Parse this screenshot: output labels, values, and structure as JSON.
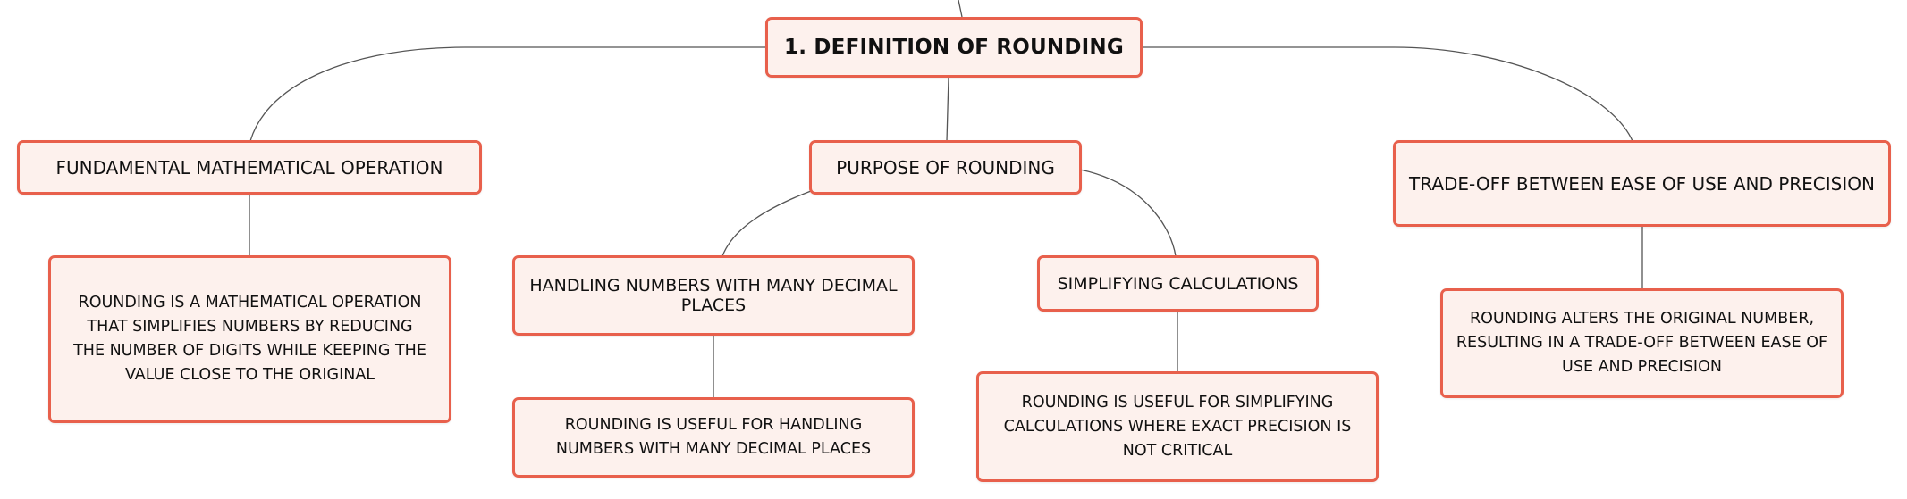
{
  "diagram": {
    "root": {
      "label": "1. DEFINITION OF ROUNDING"
    },
    "branches": {
      "fundamental": {
        "label": "FUNDAMENTAL MATHEMATICAL OPERATION",
        "detail": "ROUNDING IS A MATHEMATICAL OPERATION THAT SIMPLIFIES NUMBERS BY REDUCING THE NUMBER OF DIGITS WHILE KEEPING THE VALUE CLOSE TO THE ORIGINAL"
      },
      "purpose": {
        "label": "PURPOSE OF ROUNDING",
        "children": {
          "decimals": {
            "label": "HANDLING NUMBERS WITH MANY DECIMAL PLACES",
            "detail": "ROUNDING IS USEFUL FOR HANDLING NUMBERS WITH MANY DECIMAL PLACES"
          },
          "simplifying": {
            "label": "SIMPLIFYING CALCULATIONS",
            "detail": "ROUNDING IS USEFUL FOR SIMPLIFYING CALCULATIONS WHERE EXACT PRECISION IS NOT CRITICAL"
          }
        }
      },
      "tradeoff": {
        "label": "TRADE-OFF BETWEEN EASE OF USE AND PRECISION",
        "detail": "ROUNDING ALTERS THE ORIGINAL NUMBER, RESULTING IN A TRADE-OFF BETWEEN EASE OF USE AND PRECISION"
      }
    }
  },
  "colors": {
    "node_border": "#e8604c",
    "node_fill": "#fdf1ed",
    "connector": "#555555",
    "text": "#111111"
  }
}
